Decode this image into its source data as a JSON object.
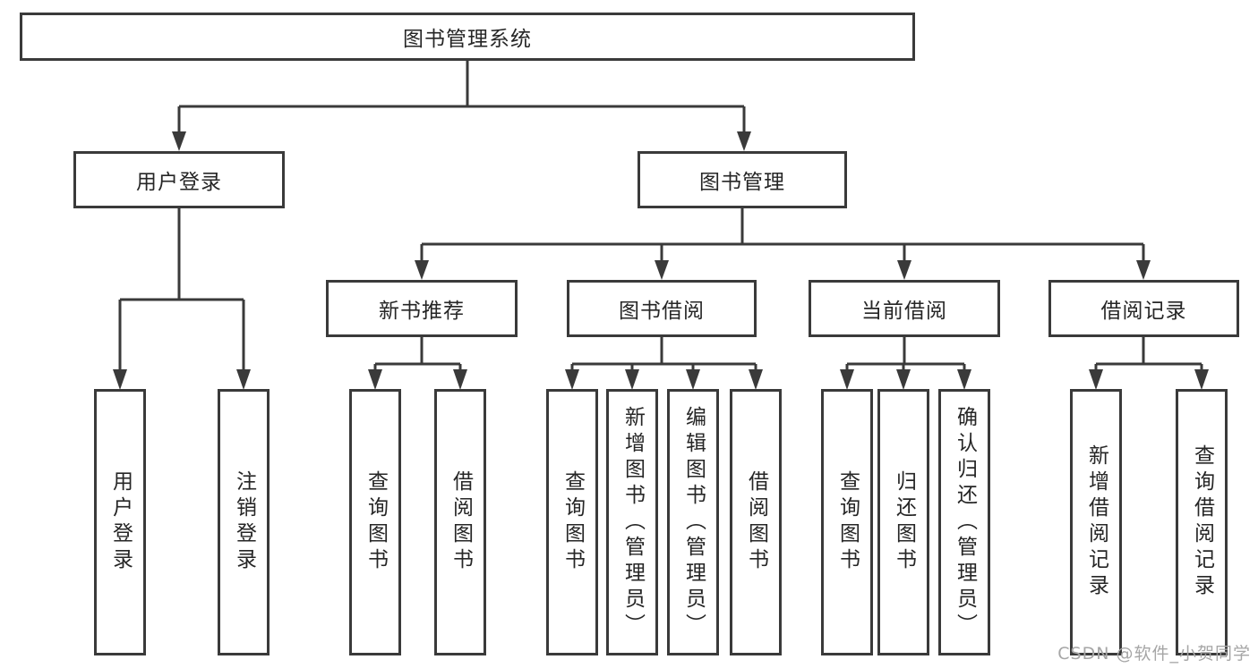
{
  "diagram": {
    "type": "hierarchy-tree",
    "nodes": {
      "root": "图书管理系统",
      "user_login": "用户登录",
      "book_management": "图书管理",
      "new_book_recommend": "新书推荐",
      "book_borrowing": "图书借阅",
      "current_borrowing": "当前借阅",
      "borrowing_records": "借阅记录"
    },
    "leaves": {
      "user_login": [
        "用户登录",
        "注销登录"
      ],
      "new_book_recommend": [
        "查询图书",
        "借阅图书"
      ],
      "book_borrowing": [
        "查询图书",
        "新增图书（管理员）",
        "编辑图书（管理员）",
        "借阅图书"
      ],
      "current_borrowing": [
        "查询图书",
        "归还图书",
        "确认归还（管理员）"
      ],
      "borrowing_records": [
        "新增借阅记录",
        "查询借阅记录"
      ]
    },
    "colors": {
      "line": "#3a3a3a",
      "text": "#262626",
      "background": "#ffffff",
      "watermark": "#a6a6a6"
    }
  },
  "watermark": "CSDN @软件_小贺同学"
}
